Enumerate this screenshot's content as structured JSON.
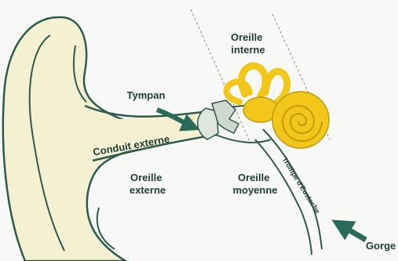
{
  "labels": {
    "inner_ear": [
      "Oreille",
      "interne"
    ],
    "eardrum": "Tympan",
    "ear_canal": "Conduit externe",
    "outer_ear": [
      "Oreille",
      "externe"
    ],
    "middle_ear": [
      "Oreille",
      "moyenne"
    ],
    "eustachian_tube": "Trompe d'Eustache",
    "throat": "Gorge"
  },
  "colors": {
    "background": "#f8f8f6",
    "skin_fill": "#f6f0d2",
    "outline": "#2d5b4d",
    "inner_ear_fill": "#f2c71a",
    "inner_ear_stroke": "#c19a10",
    "ossicles_fill": "#cfd8d0",
    "arrow": "#2a6a5a",
    "label_text": "#1e3e34",
    "divider": "#8a8a8a"
  }
}
